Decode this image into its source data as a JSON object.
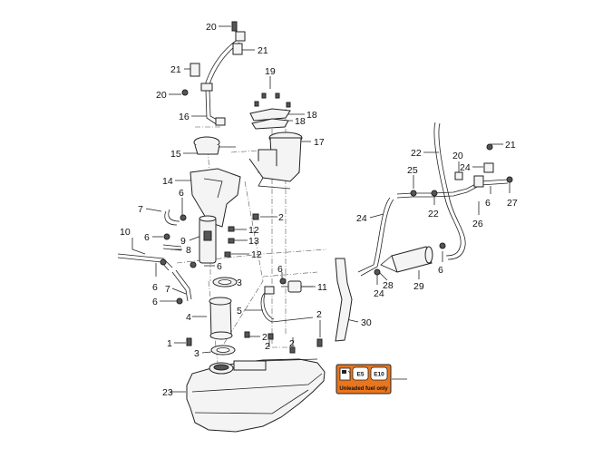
{
  "callouts": [
    {
      "id": "c20a",
      "text": "20"
    },
    {
      "id": "c21a",
      "text": "21"
    },
    {
      "id": "c21b",
      "text": "21"
    },
    {
      "id": "c20b",
      "text": "20"
    },
    {
      "id": "c19",
      "text": "19"
    },
    {
      "id": "c16",
      "text": "16"
    },
    {
      "id": "c18a",
      "text": "18"
    },
    {
      "id": "c18b",
      "text": "18"
    },
    {
      "id": "c17",
      "text": "17"
    },
    {
      "id": "c15",
      "text": "15"
    },
    {
      "id": "c14",
      "text": "14"
    },
    {
      "id": "c7a",
      "text": "7"
    },
    {
      "id": "c6a",
      "text": "6"
    },
    {
      "id": "c2a",
      "text": "2"
    },
    {
      "id": "c10",
      "text": "10"
    },
    {
      "id": "c6b",
      "text": "6"
    },
    {
      "id": "c9",
      "text": "9"
    },
    {
      "id": "c12a",
      "text": "12"
    },
    {
      "id": "c13",
      "text": "13"
    },
    {
      "id": "c8",
      "text": "8"
    },
    {
      "id": "c12b",
      "text": "12"
    },
    {
      "id": "c6c",
      "text": "6"
    },
    {
      "id": "c6d",
      "text": "6"
    },
    {
      "id": "c3a",
      "text": "3"
    },
    {
      "id": "c7b",
      "text": "7"
    },
    {
      "id": "c6e",
      "text": "6"
    },
    {
      "id": "c6f",
      "text": "6"
    },
    {
      "id": "c11",
      "text": "11"
    },
    {
      "id": "c5",
      "text": "5"
    },
    {
      "id": "c4",
      "text": "4"
    },
    {
      "id": "c2b",
      "text": "2"
    },
    {
      "id": "c2c",
      "text": "2"
    },
    {
      "id": "c2d",
      "text": "2"
    },
    {
      "id": "c2e",
      "text": "2"
    },
    {
      "id": "c3b",
      "text": "3"
    },
    {
      "id": "c1",
      "text": "1"
    },
    {
      "id": "c23",
      "text": "23"
    },
    {
      "id": "c22a",
      "text": "22"
    },
    {
      "id": "c20c",
      "text": "20"
    },
    {
      "id": "c21c",
      "text": "21"
    },
    {
      "id": "c24a",
      "text": "24"
    },
    {
      "id": "c25",
      "text": "25"
    },
    {
      "id": "c6g",
      "text": "6"
    },
    {
      "id": "c27",
      "text": "27"
    },
    {
      "id": "c24b",
      "text": "24"
    },
    {
      "id": "c22b",
      "text": "22"
    },
    {
      "id": "c26",
      "text": "26"
    },
    {
      "id": "c6h",
      "text": "6"
    },
    {
      "id": "c24c",
      "text": "24"
    },
    {
      "id": "c28",
      "text": "28"
    },
    {
      "id": "c29",
      "text": "29"
    },
    {
      "id": "c30",
      "text": "30"
    }
  ],
  "fuel_label": {
    "badge_e5": "E5",
    "badge_e10": "E10",
    "caption": "Unleaded fuel only",
    "color": "#e8761e"
  }
}
